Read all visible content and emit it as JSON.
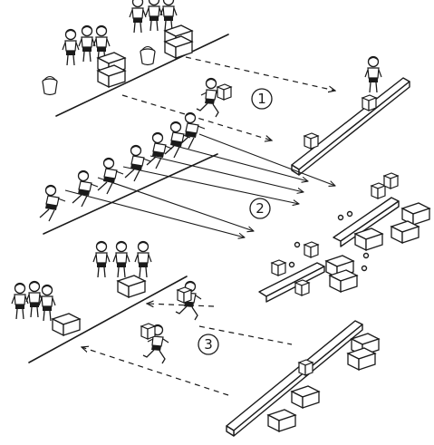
{
  "station_labels": [
    "1",
    "2",
    "3"
  ],
  "colors": {
    "ink": "#1a1a1a",
    "paper": "#ffffff"
  },
  "icons": {
    "bucket": "bucket-icon",
    "box": "box-icon",
    "bench": "bench-icon",
    "arrow": "arrow-icon"
  }
}
